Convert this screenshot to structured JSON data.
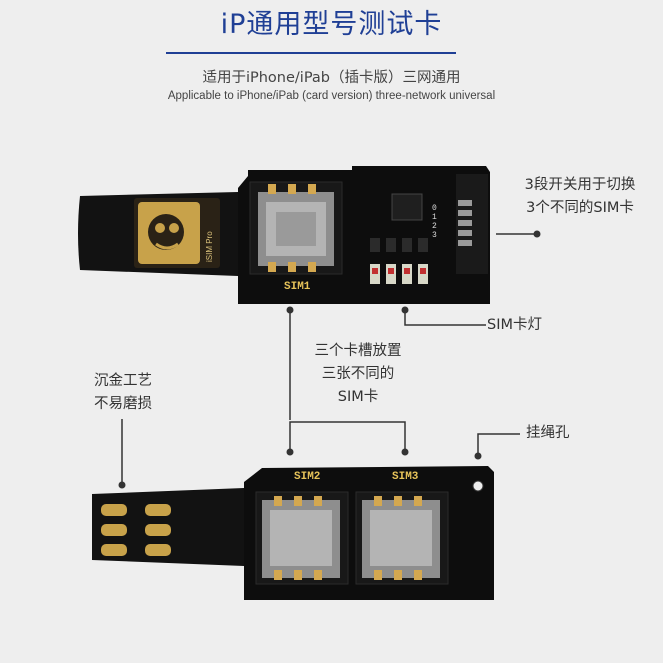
{
  "header": {
    "title": "iP通用型号测试卡",
    "subtitle_cn": "适用于iPhone/iPab（插卡版）三网通用",
    "subtitle_en": "Applicable to iPhone/iPab (card version) three-network universal"
  },
  "callouts": {
    "switch_line1": "3段开关用于切换",
    "switch_line2": "3个不同的SIM卡",
    "sim_light": "SIM卡灯",
    "slots_line1": "三个卡槽放置",
    "slots_line2": "三张不同的",
    "slots_line3": "SIM卡",
    "gold_line1": "沉金工艺",
    "gold_line2": "不易磨损",
    "lanyard": "挂绳孔"
  },
  "board_labels": {
    "sim1": "SIM1",
    "sim2": "SIM2",
    "sim3": "SIM3",
    "logo_text": "iSIM Pro",
    "switch_positions": [
      "0",
      "1",
      "2",
      "3"
    ]
  },
  "colors": {
    "title": "#1f3f95",
    "background": "#eeeeee",
    "pcb": "#0d0d0d",
    "gold": "#c8a24a",
    "label_yellow": "#e8c45a"
  }
}
